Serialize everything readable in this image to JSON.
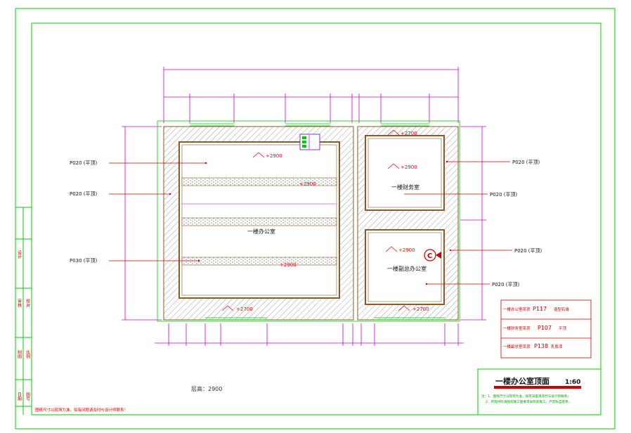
{
  "rooms": {
    "main_office": "一楼办公室",
    "finance": "一楼财务室",
    "deputy": "一楼副总办公室"
  },
  "callouts": {
    "left": [
      "P020 (平顶)",
      "P020 (平顶)",
      "P030 (平顶)"
    ],
    "right": [
      "P020 (平顶)",
      "P020 (平顶)",
      "P020 (平顶)",
      "P020 (平顶)"
    ]
  },
  "elevations": {
    "main_top": "+2900",
    "main_mid": "+2900",
    "main_bottom": "+2900",
    "main_floor": "+2700",
    "finance_top": "+2700",
    "finance_ceiling": "+2900",
    "deputy_ceiling": "+2900",
    "deputy_bottom": "+2700"
  },
  "marker": "C",
  "floor_height": "层高：2900",
  "legend": [
    {
      "label": "一楼办公室吊顶",
      "code": "P117",
      "note": "造型石膏"
    },
    {
      "label": "一楼财务室吊顶",
      "code": "P107",
      "note": "平顶"
    },
    {
      "label": "一楼副总室吊顶",
      "code": "P138",
      "note": "乳胶漆"
    }
  ],
  "title_block": {
    "title": "一楼办公室顶面",
    "scale": "1:60",
    "notes": [
      "注：1、图纸尺寸以现场为准，如有误差请及时与设计师联系；",
      "2、所有材料请按照施工图要求采购及施工，严禁私自变更。"
    ]
  },
  "side_strip": [
    "设计",
    "审核",
    "校对",
    "制图",
    "比例",
    "日期",
    "图号"
  ],
  "bottom_note": "图纸尺寸以现场为准，如有问题请及时与设计师联系！",
  "colors": {
    "frame": "#00cc00",
    "dimension": "#cc00cc",
    "callout": "#cc0000",
    "wall": "#8b5a2b",
    "elevation": "#ff0000"
  }
}
